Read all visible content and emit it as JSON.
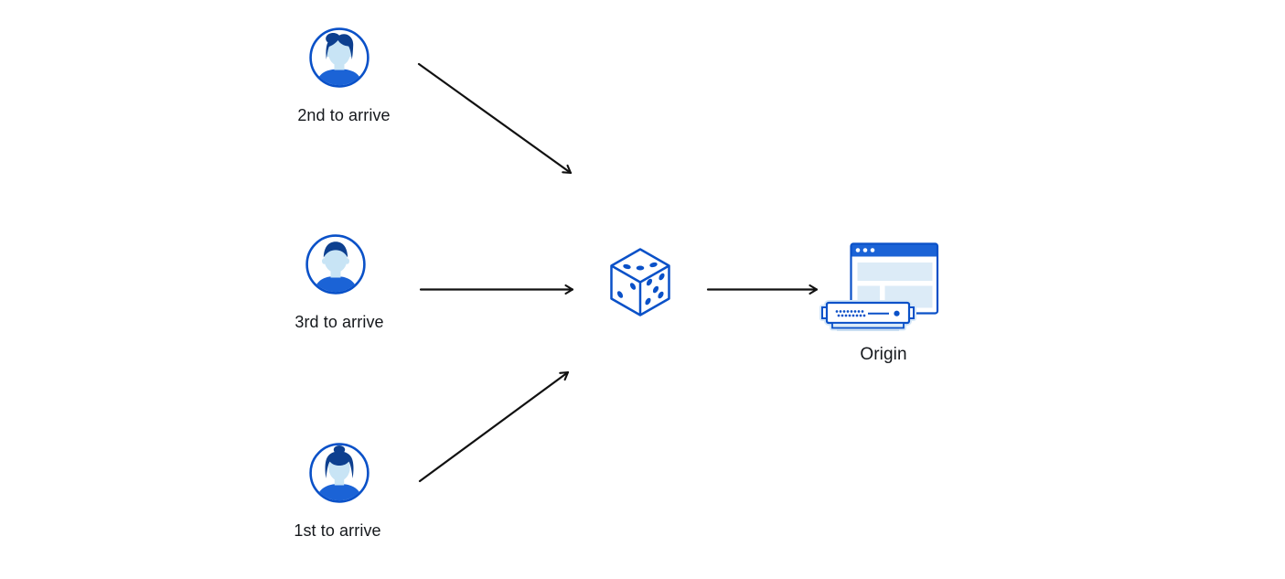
{
  "diagram": {
    "background_color": "#ffffff",
    "colors": {
      "outline_blue": "#0a51c8",
      "fill_blue": "#1b63d6",
      "hair_navy": "#0d3f8f",
      "skin_light_blue": "#c8e4f5",
      "panel_light_blue": "#dcebf7",
      "halo_light_blue": "#d5e7f7",
      "arrow_black": "#111111",
      "label_text": "#15181c"
    },
    "clients": [
      {
        "label": "2nd to arrive",
        "icon": "male-user-avatar-icon"
      },
      {
        "label": "3rd to arrive",
        "icon": "male-user-avatar-icon"
      },
      {
        "label": "1st to arrive",
        "icon": "female-user-avatar-icon"
      }
    ],
    "random_selector": {
      "icon": "dice-icon"
    },
    "origin": {
      "label": "Origin",
      "icons": [
        "browser-window-icon",
        "server-icon"
      ]
    },
    "arrows": [
      {
        "from": "2nd to arrive",
        "to": "dice"
      },
      {
        "from": "3rd to arrive",
        "to": "dice"
      },
      {
        "from": "1st to arrive",
        "to": "dice"
      },
      {
        "from": "dice",
        "to": "Origin"
      }
    ]
  }
}
